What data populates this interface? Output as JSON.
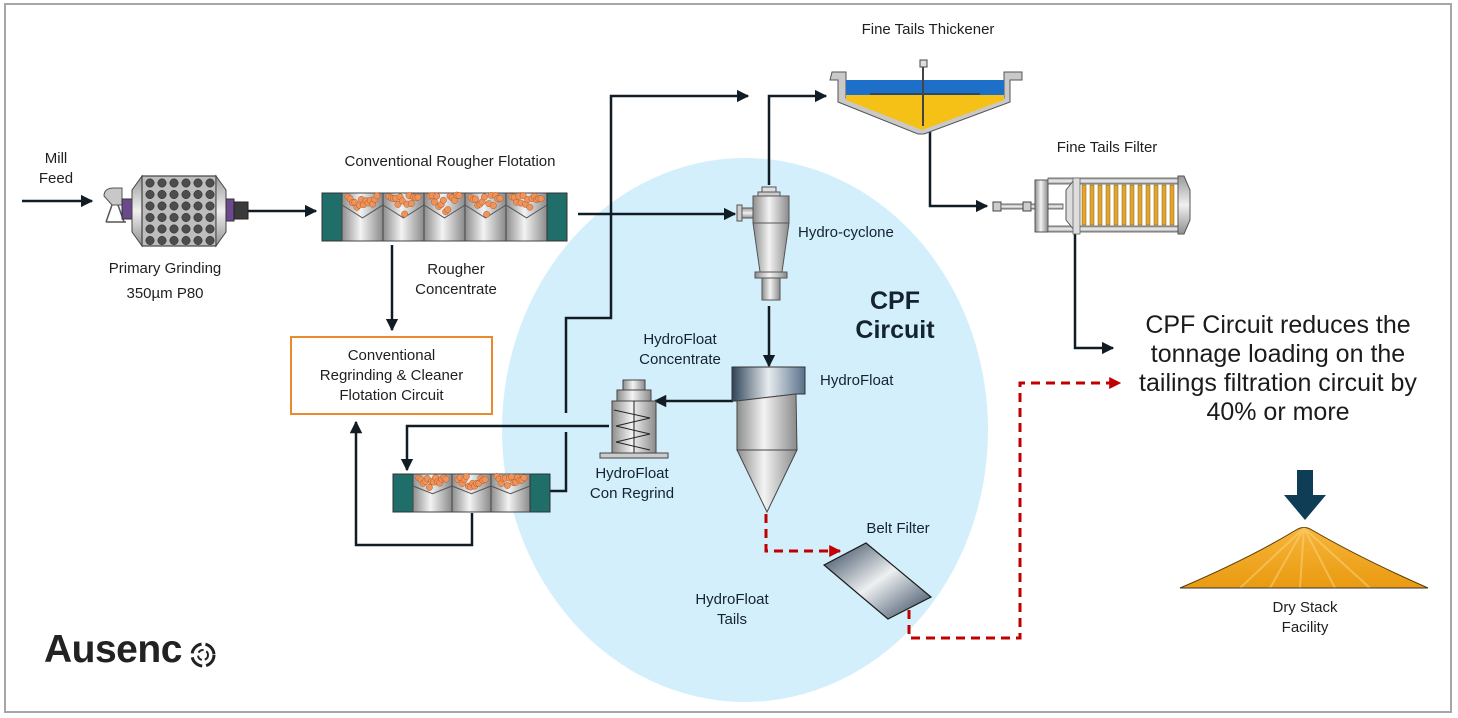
{
  "diagram": {
    "title": "CPF Circuit flowsheet",
    "highlight_region": {
      "label": "CPF Circuit",
      "color": "#d4effc"
    },
    "colors": {
      "flow_line": "#111c24",
      "tails_dashed_line": "#c00000",
      "box_border": "#e98a2c",
      "thickener_water": "#1d6fc7",
      "thickener_solids": "#f5c116",
      "filter_plates": "#e3a62a",
      "dry_stack": "#f0a51b",
      "dry_stack_arrow": "#0f3d56",
      "froth": "#f0935a",
      "flotation_end": "#1f6e69"
    },
    "labels": {
      "mill_feed": "Mill\nFeed",
      "primary_grinding": "Primary Grinding",
      "primary_grinding_spec": "350µm P80",
      "rougher_flotation": "Conventional Rougher Flotation",
      "rougher_concentrate": "Rougher\nConcentrate",
      "regrind_cleaner_box": "Conventional\nRegrinding & Cleaner\nFlotation Circuit",
      "fine_tails_thickener": "Fine Tails Thickener",
      "fine_tails_filter": "Fine Tails Filter",
      "hydrocyclone": "Hydro-cyclone",
      "cpf_circuit": "CPF\nCircuit",
      "hydrofloat_concentrate": "HydroFloat\nConcentrate",
      "hydrofloat": "HydroFloat",
      "hydrofloat_con_regrind": "HydroFloat\nCon Regrind",
      "belt_filter": "Belt Filter",
      "hydrofloat_tails": "HydroFloat\nTails",
      "callout": "CPF Circuit reduces the tonnage loading on the tailings filtration circuit by 40% or more",
      "dry_stack_facility": "Dry Stack\nFacility"
    },
    "logo": "Ausenco"
  }
}
